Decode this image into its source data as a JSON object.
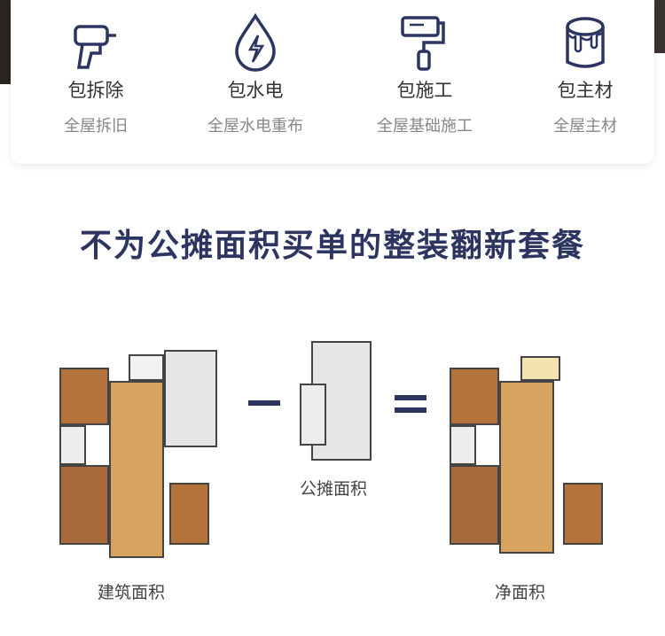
{
  "features": [
    {
      "icon": "drill-icon",
      "title": "包拆除",
      "subtitle": "全屋拆旧"
    },
    {
      "icon": "water-electric-icon",
      "title": "包水电",
      "subtitle": "全屋水电重布"
    },
    {
      "icon": "paint-roller-icon",
      "title": "包施工",
      "subtitle": "全屋基础施工"
    },
    {
      "icon": "paint-bucket-icon",
      "title": "包主材",
      "subtitle": "全屋主材"
    }
  ],
  "headline": "不为公摊面积买单的整装翻新套餐",
  "equation": {
    "left_label": "建筑面积",
    "middle_label": "公摊面积",
    "right_label": "净面积"
  },
  "colors": {
    "accent": "#2b3560",
    "wood": "#b5733c"
  }
}
